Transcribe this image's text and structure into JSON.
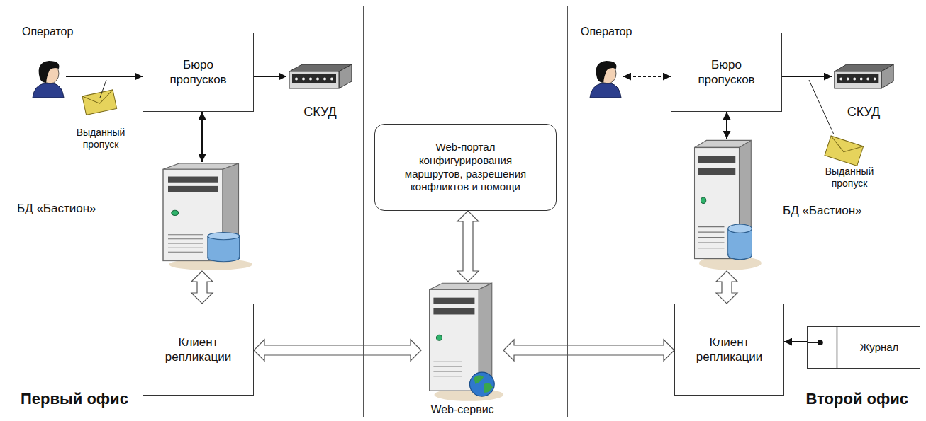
{
  "diagram": {
    "nodes": [
      {
        "text": [
          "Первый офис"
        ]
      },
      {
        "text": [
          "Оператор"
        ],
        "in": 0
      },
      {
        "text": [
          "Бюро пропусков"
        ],
        "in": 0
      },
      {
        "text": [
          "СКУД"
        ],
        "in": 0
      },
      {
        "text": [
          "БД «Бастион»"
        ],
        "in": 0
      },
      {
        "text": [
          "Клиент репликации"
        ],
        "in": 0
      },
      {
        "text": [
          "Web-портал конфигурирования маршрутов, разрешения конфликтов и помощи"
        ]
      },
      {
        "text": [
          "Web-сервис"
        ]
      },
      {
        "text": [
          "Второй офис"
        ]
      },
      {
        "text": [
          "Оператор"
        ],
        "in": 8
      },
      {
        "text": [
          "Бюро пропусков"
        ],
        "in": 8
      },
      {
        "text": [
          "СКУД"
        ],
        "in": 8
      },
      {
        "text": [
          "БД «Бастион»"
        ],
        "in": 8
      },
      {
        "text": [
          "Клиент репликации"
        ],
        "in": 8
      },
      {
        "text": [
          "Журнал"
        ],
        "in": 8
      }
    ],
    "edges": [
      {
        "from": 1,
        "to": 2,
        "arrow": "to"
      },
      {
        "from": 2,
        "to": 3,
        "arrow": "to"
      },
      {
        "from": 2,
        "to": 4,
        "arrow": "both"
      },
      {
        "from": 4,
        "to": 5,
        "arrow": "both"
      },
      {
        "from": 5,
        "to": 7,
        "arrow": "both"
      },
      {
        "from": 6,
        "to": 7,
        "arrow": "both"
      },
      {
        "from": 7,
        "to": 13,
        "arrow": "both"
      },
      {
        "from": 9,
        "to": 10,
        "arrow": "both"
      },
      {
        "from": 10,
        "to": 11,
        "arrow": "to"
      },
      {
        "from": 10,
        "to": 12,
        "arrow": "both"
      },
      {
        "from": 12,
        "to": 13,
        "arrow": "both"
      },
      {
        "from": 14,
        "to": 13,
        "arrow": "to"
      }
    ],
    "labels": [
      "Выданный пропуск",
      "Выданный пропуск"
    ]
  }
}
